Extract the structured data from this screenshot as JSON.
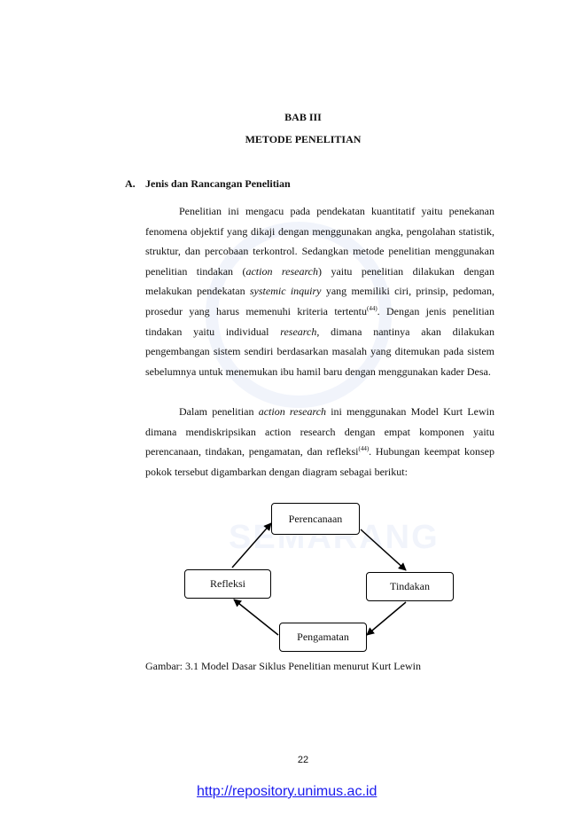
{
  "heading": {
    "chapter": "BAB III",
    "title": "METODE PENELITIAN"
  },
  "section": {
    "letter": "A.",
    "title": "Jenis dan Rancangan Penelitian"
  },
  "paragraph1": {
    "t1": "Penelitian ini mengacu pada pendekatan kuantitatif yaitu penekanan fenomena objektif yang dikaji dengan menggunakan angka, pengolahan statistik, struktur, dan percobaan terkontrol. Sedangkan metode penelitian menggunakan penelitian tindakan (",
    "i1": "action research",
    "t2": ") yaitu penelitian dilakukan dengan melakukan pendekatan ",
    "i2": "systemic inquiry",
    "t3": " yang memiliki ciri, prinsip, pedoman, prosedur yang harus memenuhi kriteria tertentu",
    "ref1": "(44)",
    "t4": ". Dengan jenis penelitian tindakan yaitu individual ",
    "i3": "research,",
    "t5": " dimana nantinya akan dilakukan pengembangan sistem sendiri berdasarkan masalah yang ditemukan pada sistem sebelumnya untuk menemukan ibu hamil baru dengan menggunakan kader Desa."
  },
  "paragraph2": {
    "t1": "Dalam penelitian ",
    "i1": "action research",
    "t2": " ini menggunakan Model Kurt Lewin dimana mendiskripsikan action research dengan empat komponen yaitu perencanaan, tindakan, pengamatan, dan refleksi",
    "ref1": "(44)",
    "t3": ". Hubungan keempat konsep pokok tersebut digambarkan dengan diagram sebagai berikut:"
  },
  "diagram": {
    "nodes": {
      "planning": "Perencanaan",
      "action": "Tindakan",
      "observation": "Pengamatan",
      "reflection": "Refleksi"
    }
  },
  "caption": "Gambar: 3.1 Model Dasar Siklus Penelitian menurut Kurt Lewin",
  "page_number": "22",
  "footer_link": "http://repository.unimus.ac.id"
}
